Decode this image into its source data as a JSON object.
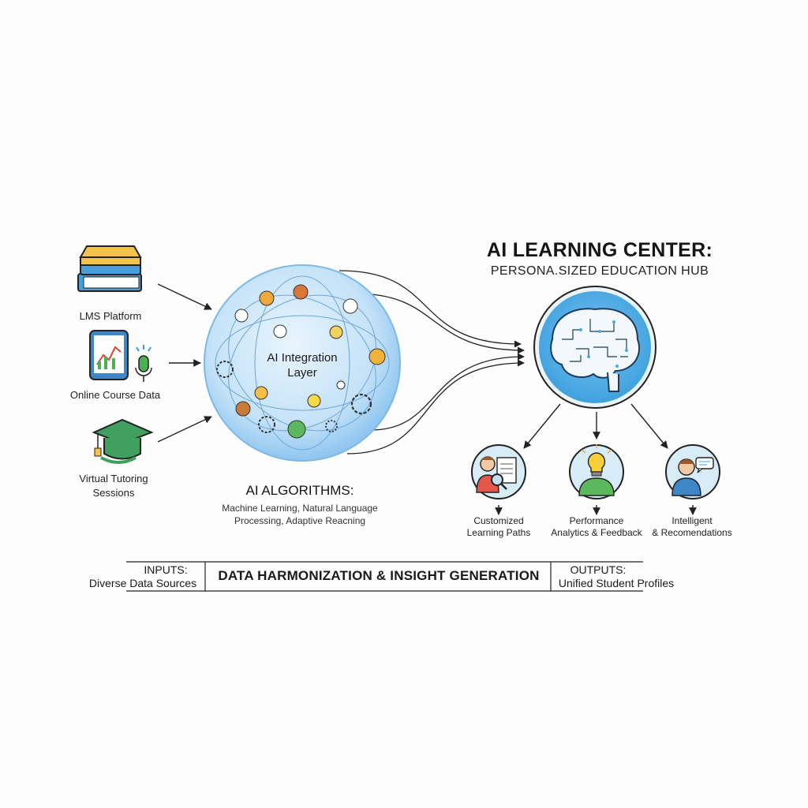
{
  "hub": {
    "title": "AI LEARNING CENTER:",
    "subtitle": "PERSONA.SIZED EDUCATION HUB",
    "brain_color": "#4aa9e2"
  },
  "inputs": [
    {
      "label": "LMS Platform",
      "icon": "books-icon"
    },
    {
      "label": "Online Course Data",
      "icon": "tablet-chart-icon"
    },
    {
      "label_line1": "Virtual Tutoring",
      "label_line2": "Sessions",
      "icon": "graduation-cap-icon"
    }
  ],
  "integration": {
    "label_line1": "AI Integration",
    "label_line2": "Layer",
    "sphere_color": "#b9dcf6"
  },
  "algorithms": {
    "title": "AI ALGORITHMS:",
    "desc_line1": "Machine Learning, Natural Language",
    "desc_line2": "Processing, Adaptive Reacning"
  },
  "outputs": [
    {
      "line1": "Customized",
      "line2": "Learning Paths",
      "icon": "magnifier-person-icon"
    },
    {
      "line1": "Performance",
      "line2": "Analytics & Feedback",
      "icon": "lightbulb-person-icon"
    },
    {
      "line1": "Intelligent",
      "line2": "& Recomendations",
      "icon": "chat-person-icon"
    }
  ],
  "band": {
    "left_line1": "INPUTS:",
    "left_line2": "Diverse Data Sources",
    "center": "DATA HARMONIZATION & INSIGHT GENERATION",
    "right_line1": "OUTPUTS:",
    "right_line2": "Unified Student Profiles"
  }
}
